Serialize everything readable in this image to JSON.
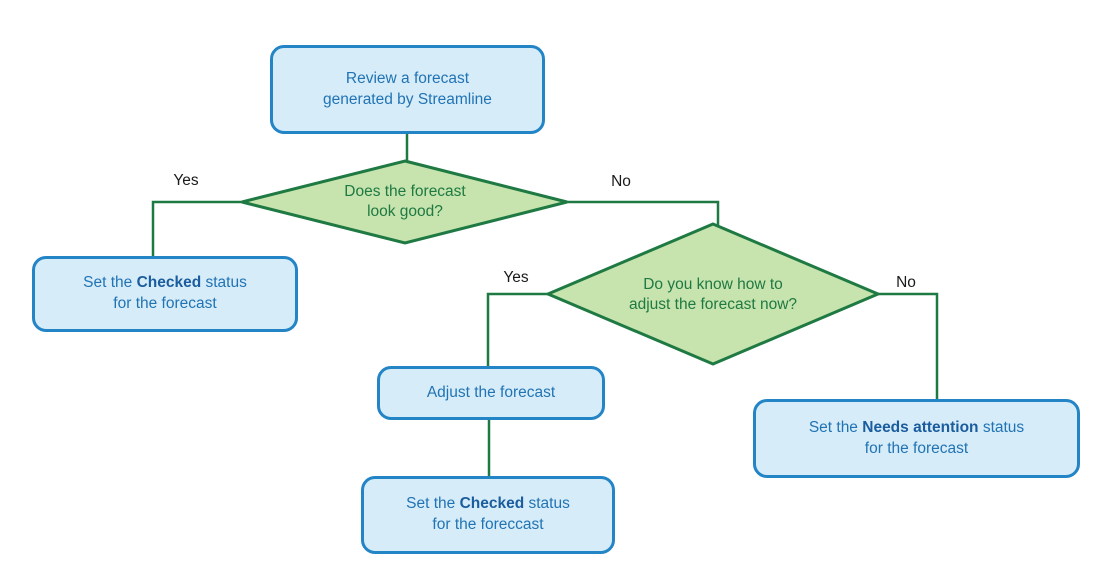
{
  "nodes": {
    "review": {
      "text": "Review a forecast\ngenerated by Streamline"
    },
    "decision_look_good": {
      "text": "Does the forecast\nlook good?"
    },
    "set_checked_left": {
      "prefix": "Set the ",
      "bold": "Checked",
      "suffix": " status\nfor the forecast"
    },
    "decision_know_how": {
      "text": "Do you know how to\nadjust the forecast now?"
    },
    "adjust": {
      "text": "Adjust the forecast"
    },
    "set_checked_middle": {
      "prefix": "Set the ",
      "bold": "Checked",
      "suffix": " status\nfor the foreccast"
    },
    "set_needs_attention": {
      "prefix": "Set the ",
      "bold": "Needs attention",
      "suffix": " status\nfor the forecast"
    }
  },
  "edge_labels": {
    "decision1_yes": "Yes",
    "decision1_no": "No",
    "decision2_yes": "Yes",
    "decision2_no": "No"
  },
  "colors": {
    "background": "#ffffff",
    "process_fill": "#d6edf9",
    "process_border": "#2384c6",
    "process_text": "#2173b4",
    "process_text_bold": "#1a5c9e",
    "decision_fill": "#c7e3ae",
    "decision_border": "#1e7a42",
    "decision_text": "#1e7a42",
    "connector": "#1e7a42",
    "edge_label_text": "#1a1a1a"
  }
}
